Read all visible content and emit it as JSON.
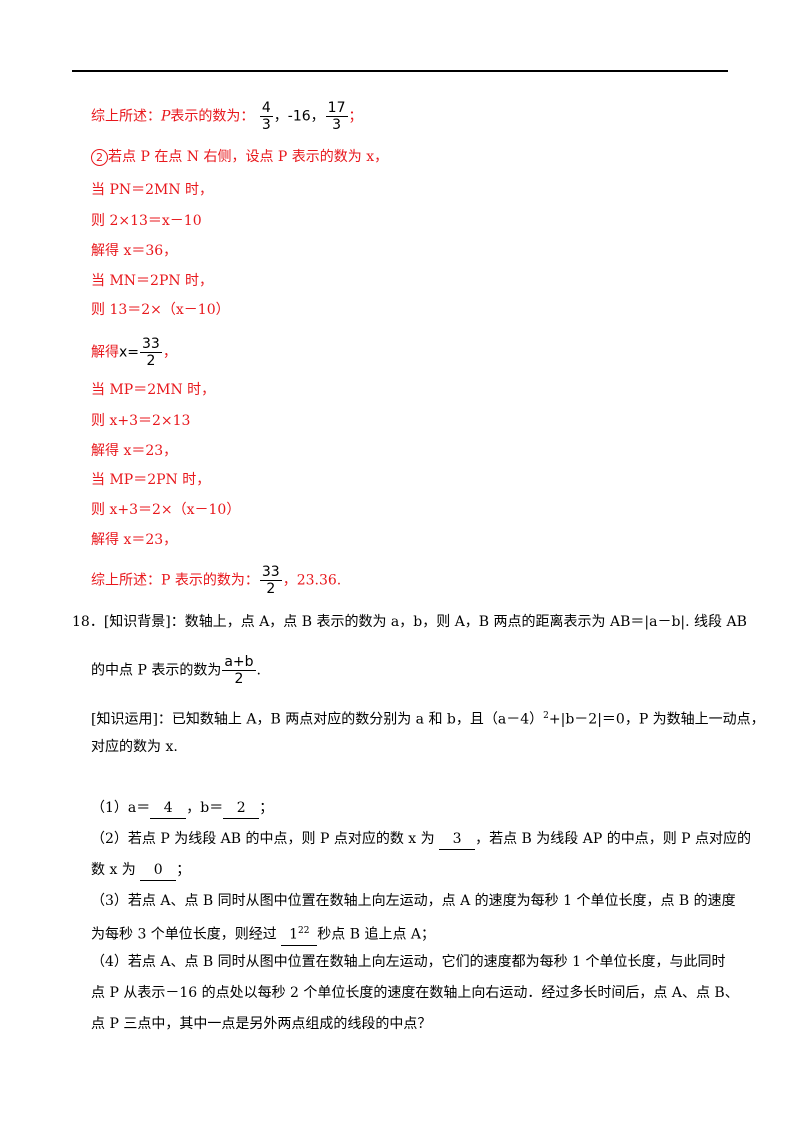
{
  "part1": {
    "summary1_label": "综上所述：",
    "summary1_mid": "P",
    "summary1_tail": "表示的数为：",
    "summary1_f1_num": "4",
    "summary1_f1_den": "3",
    "summary1_sep": "，-16，",
    "summary1_f2_num": "17",
    "summary1_f2_den": "3",
    "summary1_end": "；",
    "case2_marker": "②",
    "case2_text": "若点 P 在点 N 右侧，设点 P 表示的数为 x，",
    "l3": "当 PN＝2MN 时，",
    "l4": "则 2×13＝x－10",
    "l5": "解得 x＝36，",
    "l6": "当 MN＝2PN 时，",
    "l7": "则 13＝2×（x－10）",
    "l8_label": "解得",
    "l8_var": "x=",
    "l8_num": "33",
    "l8_den": "2",
    "l8_end": "，",
    "l9": "当 MP＝2MN 时，",
    "l10": "则 x+3＝2×13",
    "l11": "解得 x＝23，",
    "l12": "当 MP＝2PN 时，",
    "l13": "则 x+3＝2×（x－10）",
    "l14": "解得 x＝23，",
    "summary2_label": "综上所述：P 表示的数为：",
    "summary2_num": "33",
    "summary2_den": "2",
    "summary2_tail": "，23.36."
  },
  "q18": {
    "line1": "18．[知识背景]：数轴上，点 A，点 B 表示的数为 a，b，则 A，B 两点的距离表示为 AB＝|a－b|. 线段 AB",
    "line2_pre": "的中点 P 表示的数为",
    "line2_num": "a+b",
    "line2_den": "2",
    "line2_end": ".",
    "line3_pre": "[知识运用]：已知数轴上 A，B 两点对应的数分别为 a 和 b，且（a－4）",
    "line3_sup": "2",
    "line3_post": "+|b－2|＝0，P 为数轴上一动点，",
    "line4": "对应的数为 x.",
    "sub1_pre": "（1）a＝",
    "sub1_a": "4",
    "sub1_mid": "，b＝",
    "sub1_b": "2",
    "sub1_end": "；",
    "sub2_pre": "（2）若点 P 为线段 AB 的中点，则 P 点对应的数 x 为",
    "sub2_ans1": "3",
    "sub2_post": "，若点 B 为线段 AP 的中点，则 P 点对应的",
    "sub2_line2_pre": "数 x 为",
    "sub2_ans2": "0",
    "sub2_line2_end": "；",
    "sub3_line1": "（3）若点 A、点 B 同时从图中位置在数轴上向左运动，点 A 的速度为每秒 1 个单位长度，点 B 的速度",
    "sub3_line2_pre": "为每秒 3 个单位长度，则经过",
    "sub3_ans": "1",
    "sub3_ans_sup": "22",
    "sub3_line2_post": "秒点 B 追上点 A；",
    "sub4_line1": "（4）若点 A、点 B 同时从图中位置在数轴上向左运动，它们的速度都为每秒 1 个单位长度，与此同时",
    "sub4_line2": "点 P 从表示－16 的点处以每秒 2 个单位长度的速度在数轴上向右运动．经过多长时间后，点 A、点 B、",
    "sub4_line3": "点 P 三点中，其中一点是另外两点组成的线段的中点？"
  },
  "colors": {
    "answer_red": "#e8171c",
    "text_black": "#000000"
  }
}
